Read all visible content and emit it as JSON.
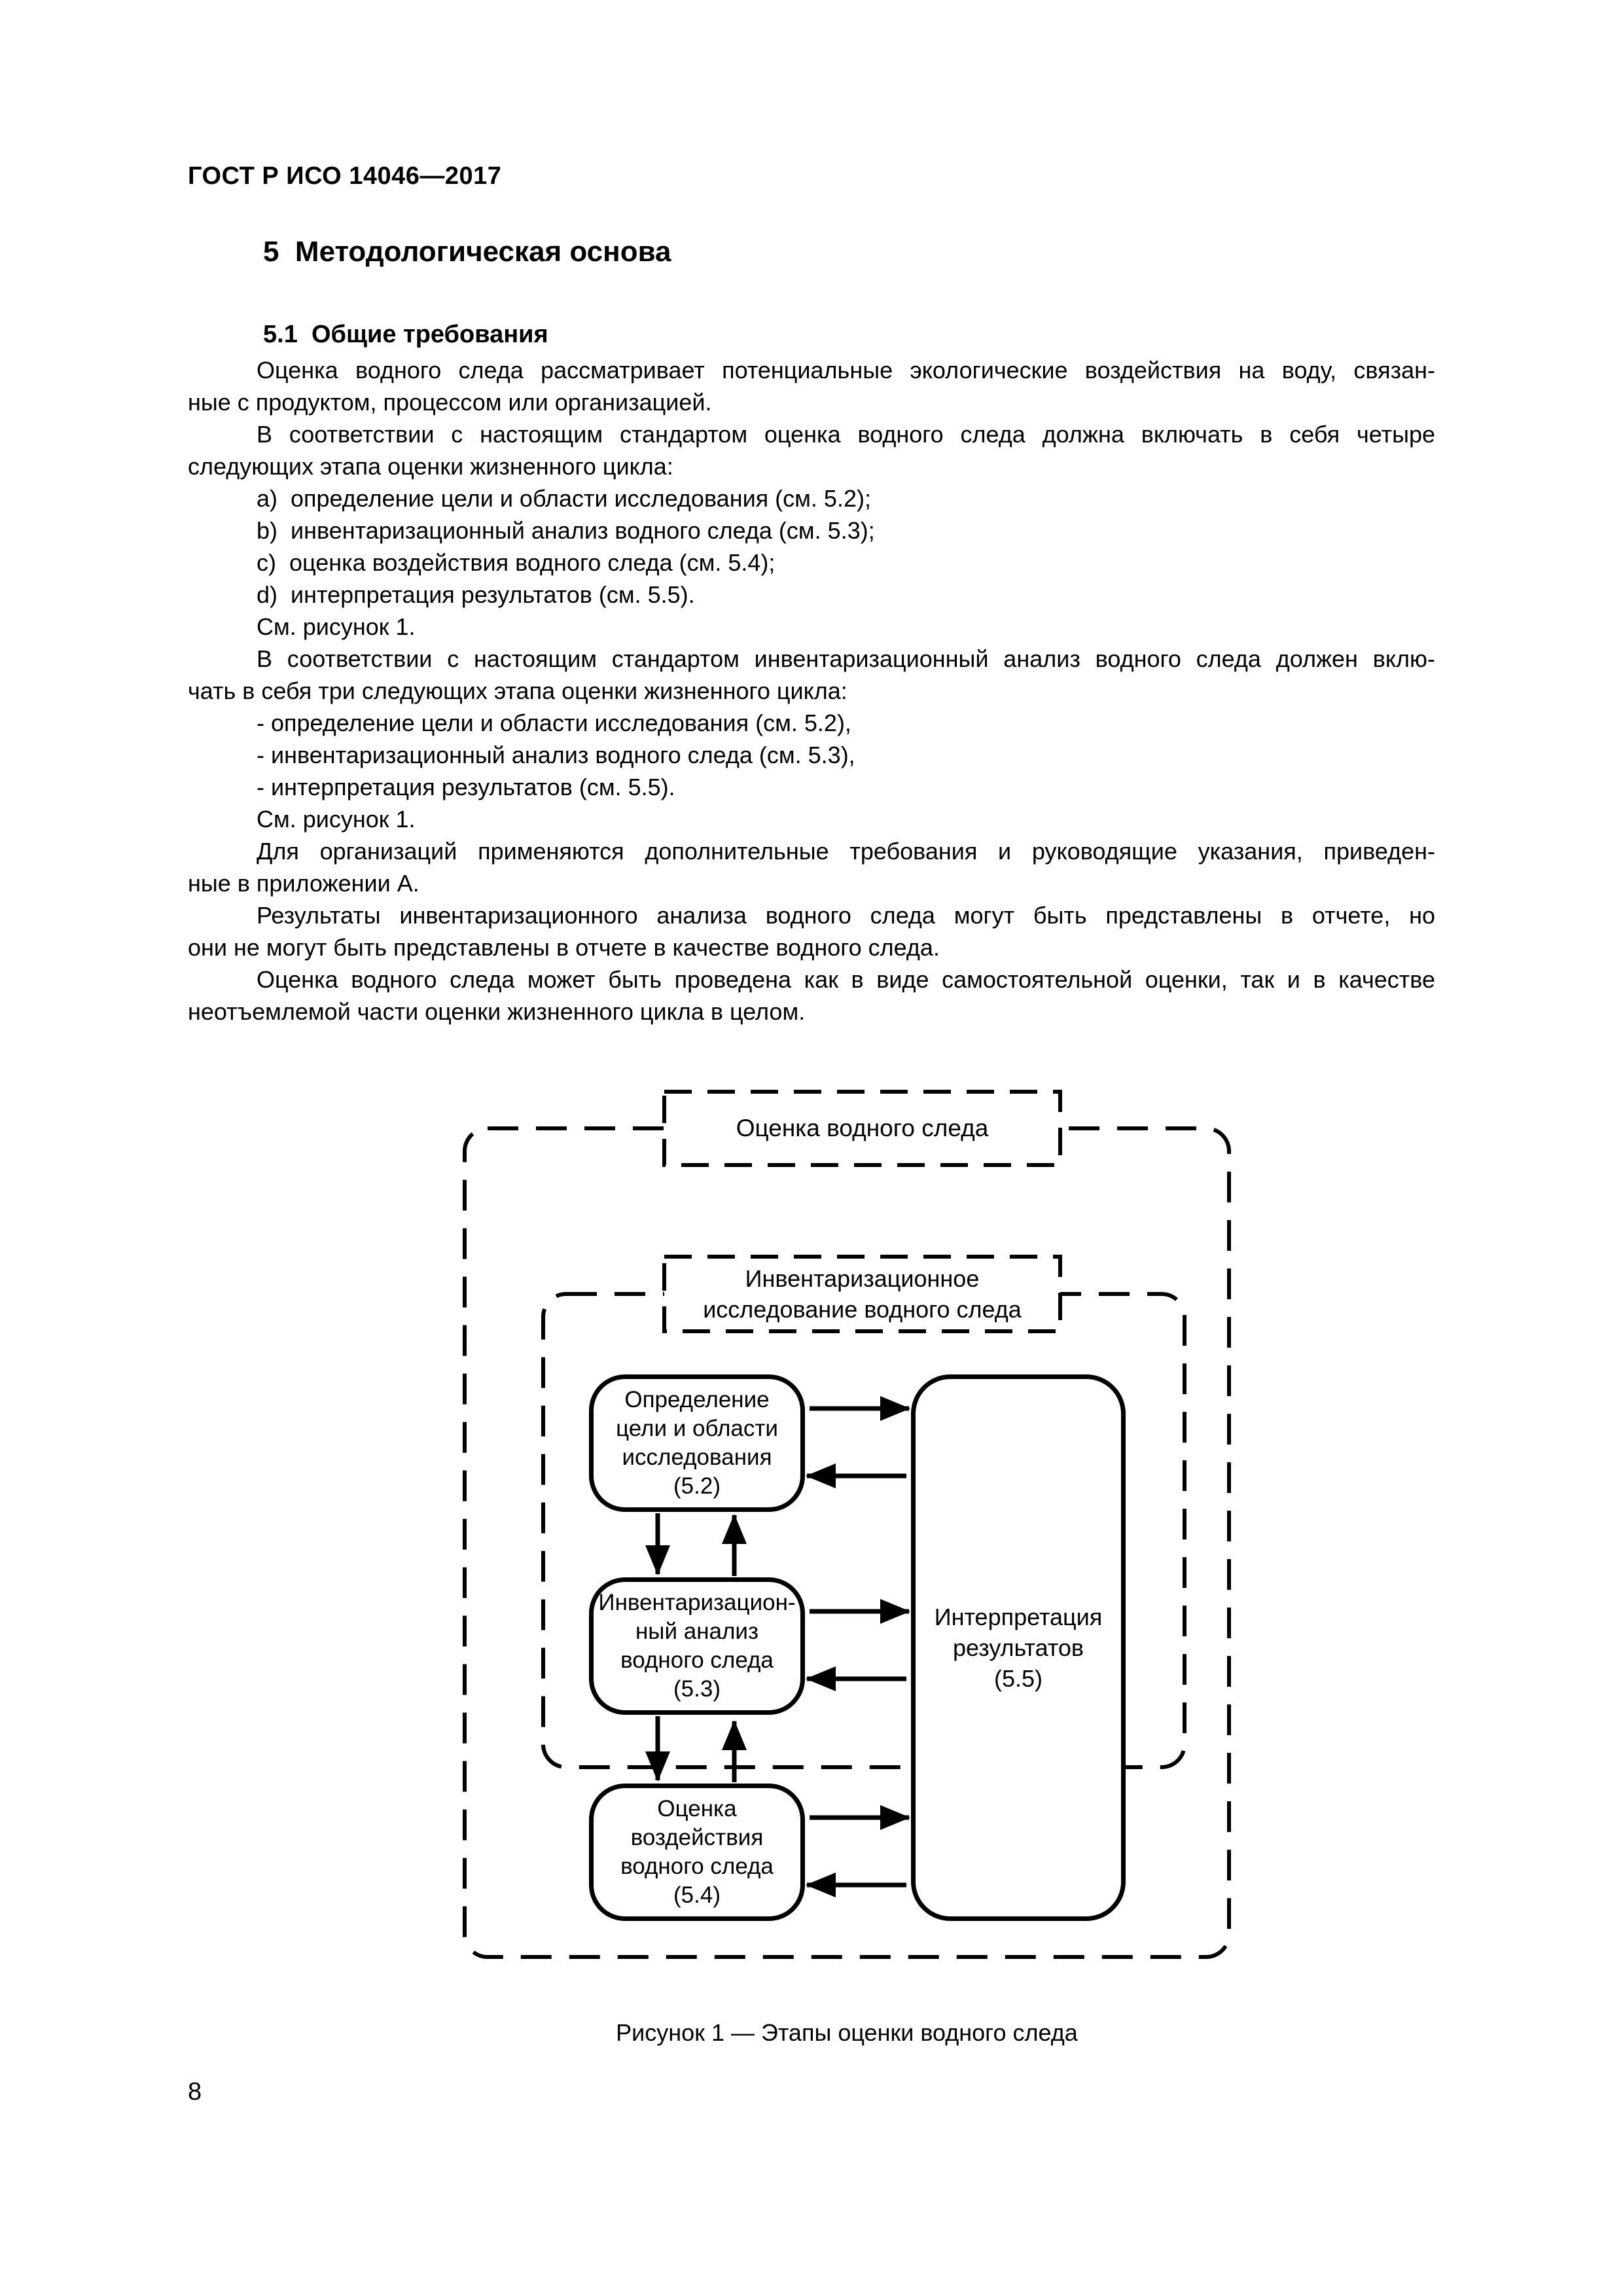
{
  "header": {
    "doc_code": "ГОСТ Р ИСО 14046—2017"
  },
  "section": {
    "title": "5  Методологическая основа",
    "subsection": "5.1  Общие требования"
  },
  "body_lines": [
    "Оценка водного следа рассматривает потенциальные экологические воздействия на воду, связан-",
    "ные с продуктом, процессом или организацией.",
    "В соответствии с настоящим стандартом оценка водного следа должна включать в себя четыре",
    "следующих этапа оценки жизненного цикла:",
    "a)  определение цели и области исследования (см. 5.2);",
    "b)  инвентаризационный анализ водного следа (см. 5.3);",
    "c)  оценка воздействия водного следа (см. 5.4);",
    "d)  интерпретация результатов (см. 5.5).",
    "См. рисунок 1.",
    "В соответствии с настоящим стандартом инвентаризационный анализ водного следа должен вклю-",
    "чать в себя три следующих этапа оценки жизненного цикла:",
    "- определение цели и области исследования (см. 5.2),",
    "- инвентаризационный анализ водного следа (см. 5.3),",
    "- интерпретация результатов (см. 5.5).",
    "См. рисунок 1.",
    "Для организаций применяются дополнительные требования и руководящие указания, приведен-",
    "ные в приложении А.",
    "Результаты инвентаризационного анализа водного следа могут быть представлены в отчете, но",
    "они не могут быть представлены в отчете в качестве водного следа.",
    "Оценка водного следа может быть проведена как в виде самостоятельной оценки, так и в качестве",
    "неотъемлемой части оценки жизненного цикла в целом."
  ],
  "figure": {
    "top_box_label": "Оценка водного следа",
    "inventory_box": {
      "line1": "Инвентаризационное",
      "line2": "исследование водного следа"
    },
    "goal_scope_box": {
      "line1": "Определение",
      "line2": "цели и области",
      "line3": "исследования",
      "line4": "(5.2)"
    },
    "inventory_analysis_box": {
      "line1": "Инвентаризацион-",
      "line2": "ный анализ",
      "line3": "водного следа",
      "line4": "(5.3)"
    },
    "impact_box": {
      "line1": "Оценка",
      "line2": "воздействия",
      "line3": "водного следа",
      "line4": "(5.4)"
    },
    "interpretation_box": {
      "line1": "Интерпретация",
      "line2": "результатов",
      "line3": "(5.5)"
    },
    "caption": "Рисунок 1 — Этапы оценки водного следа"
  },
  "footer": {
    "page_number": "8"
  }
}
